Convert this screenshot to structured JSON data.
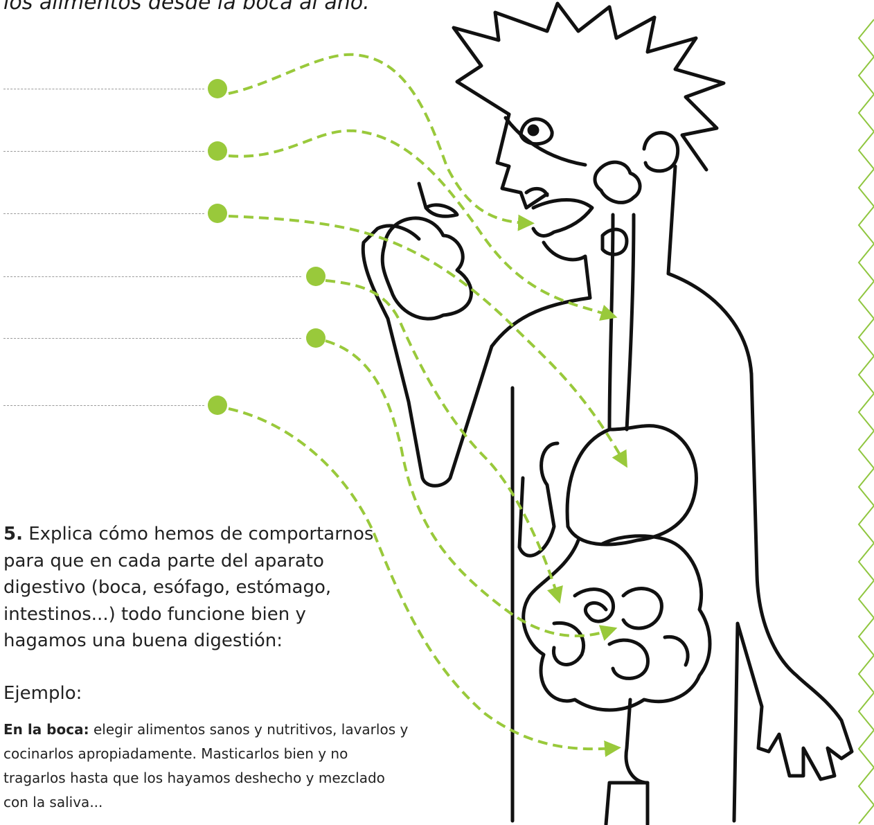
{
  "worksheet": {
    "intro_line": "los alimentos desde la boca al ano.",
    "question": {
      "number": "5.",
      "text": "Explica cómo hemos de comportarnos para que en cada parte del aparato digestivo (boca, esófago, estómago, intestinos...) todo funcione bien y hagamos una buena digestión:"
    },
    "example": {
      "heading": "Ejemplo:",
      "lead": "En la boca:",
      "body": "elegir alimentos sanos y nutritivos, lavarlos y cocinarlos apropiadamente. Masticarlos bien y no tragarlos hasta que los hayamos deshecho y mezclado con la saliva..."
    },
    "answer_lines": [
      {
        "id": "line-1",
        "value": ""
      },
      {
        "id": "line-2",
        "value": ""
      },
      {
        "id": "line-3",
        "value": ""
      },
      {
        "id": "line-4",
        "value": ""
      },
      {
        "id": "line-5",
        "value": ""
      },
      {
        "id": "line-6",
        "value": ""
      }
    ]
  },
  "colors": {
    "accent_green": "#99c93b",
    "outline": "#111111",
    "answer_line": "#9a9a9a",
    "border_chevron": "#8fc63f"
  }
}
